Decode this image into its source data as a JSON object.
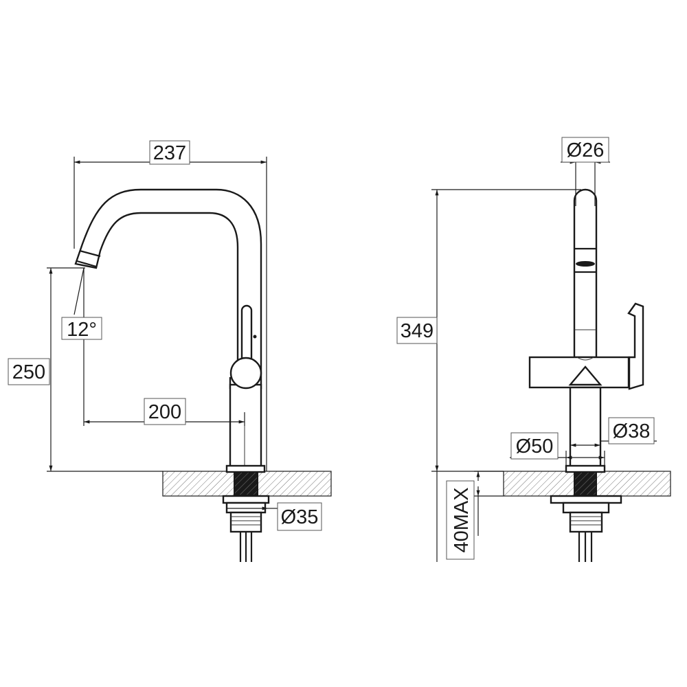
{
  "side_view": {
    "dim_width": "237",
    "dim_height": "250",
    "dim_reach": "200",
    "dim_angle": "12°",
    "dim_shank": "Ø35"
  },
  "front_view": {
    "dim_spout": "Ø26",
    "dim_height": "349",
    "dim_body": "Ø38",
    "dim_base": "Ø50",
    "dim_deck": "40MAX"
  }
}
